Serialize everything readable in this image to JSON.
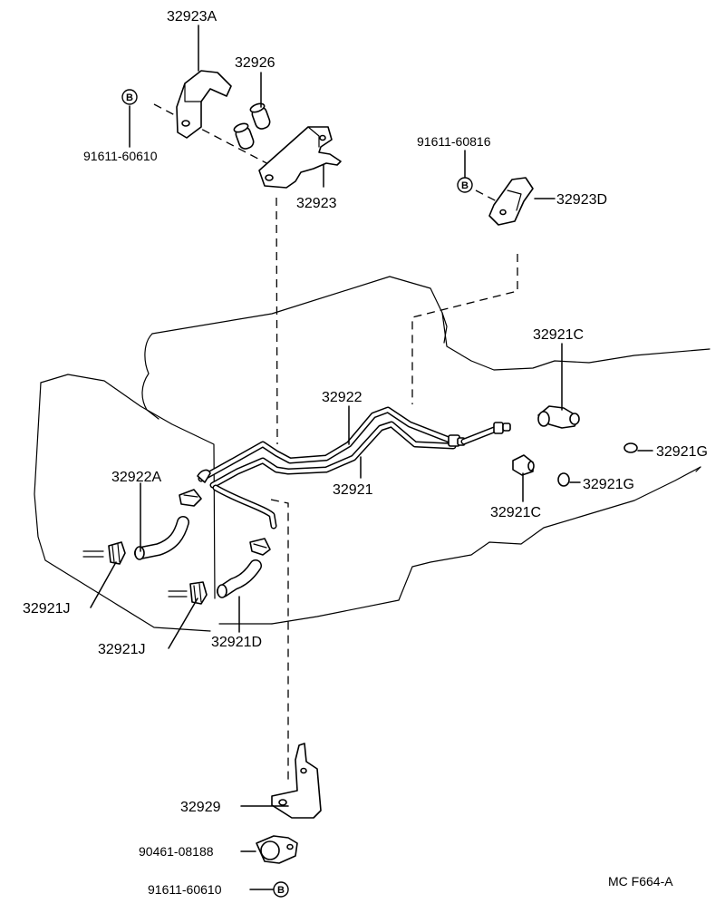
{
  "diagram": {
    "code": "MC F664-A",
    "badge_letter": "B",
    "parts": {
      "bracket_upper_a": "32923A",
      "spacer_collar": "32926",
      "bolt_upper_left": "91611-60610",
      "bracket_upper": "32923",
      "bolt_upper_right": "91611-60816",
      "bracket_upper_d": "32923D",
      "union_elbow": "32921C",
      "tube_upper": "32922",
      "tube_lower": "32921",
      "union_straight": "32921C",
      "gasket_upper": "32921G",
      "gasket_lower": "32921G",
      "hose_left": "32922A",
      "clamp_left": "32921J",
      "clamp_middle": "32921J",
      "hose_middle": "32921D",
      "bracket_lower": "32929",
      "clamp_lower": "90461-08188",
      "bolt_lower": "91611-60610"
    }
  }
}
